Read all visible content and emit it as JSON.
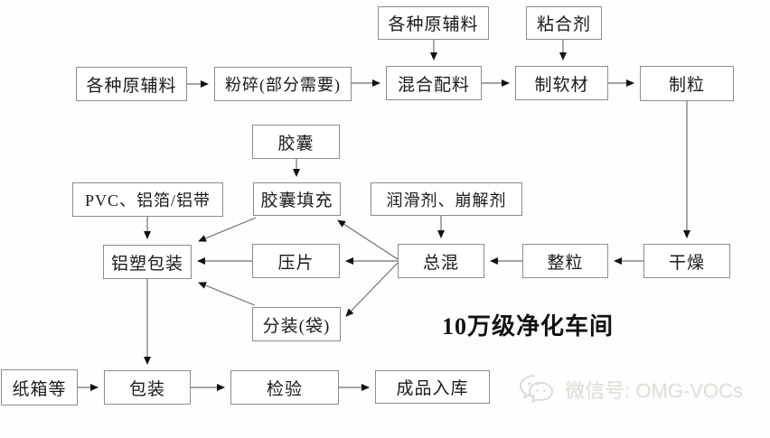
{
  "diagram": {
    "clean_room_label": "10万级净化车间",
    "nodes": {
      "raw_materials_top": {
        "label": "各种原辅料"
      },
      "adhesive": {
        "label": "粘合剂"
      },
      "raw_materials_left": {
        "label": "各种原辅料"
      },
      "crushing": {
        "label": "粉碎(部分需要)"
      },
      "mixing": {
        "label": "混合配料"
      },
      "soft_material": {
        "label": "制软材"
      },
      "granulation": {
        "label": "制粒"
      },
      "capsule": {
        "label": "胶囊"
      },
      "pvc_foil": {
        "label": "PVC、铝箔/铝带"
      },
      "capsule_filling": {
        "label": "胶囊填充"
      },
      "lubricant_disintegrant": {
        "label": "润滑剂、崩解剂"
      },
      "blister_packaging": {
        "label": "铝塑包装"
      },
      "tablet_pressing": {
        "label": "压片"
      },
      "total_mixing": {
        "label": "总混"
      },
      "granule_sizing": {
        "label": "整粒"
      },
      "drying": {
        "label": "干燥"
      },
      "bag_filling": {
        "label": "分装(袋)"
      },
      "carton": {
        "label": "纸箱等"
      },
      "packing": {
        "label": "包装"
      },
      "inspection": {
        "label": "检验"
      },
      "finished_goods_warehouse": {
        "label": "成品入库"
      }
    },
    "watermark": {
      "icon": "wechat-icon",
      "text": "微信号: OMG-VOCs"
    },
    "colors": {
      "box_border": "#8c8c8c",
      "text": "#1a1a1a",
      "arrow_line": "#666666",
      "arrowhead": "#111111",
      "watermark_text": "#e0e0da",
      "background": "#fefefe"
    }
  }
}
